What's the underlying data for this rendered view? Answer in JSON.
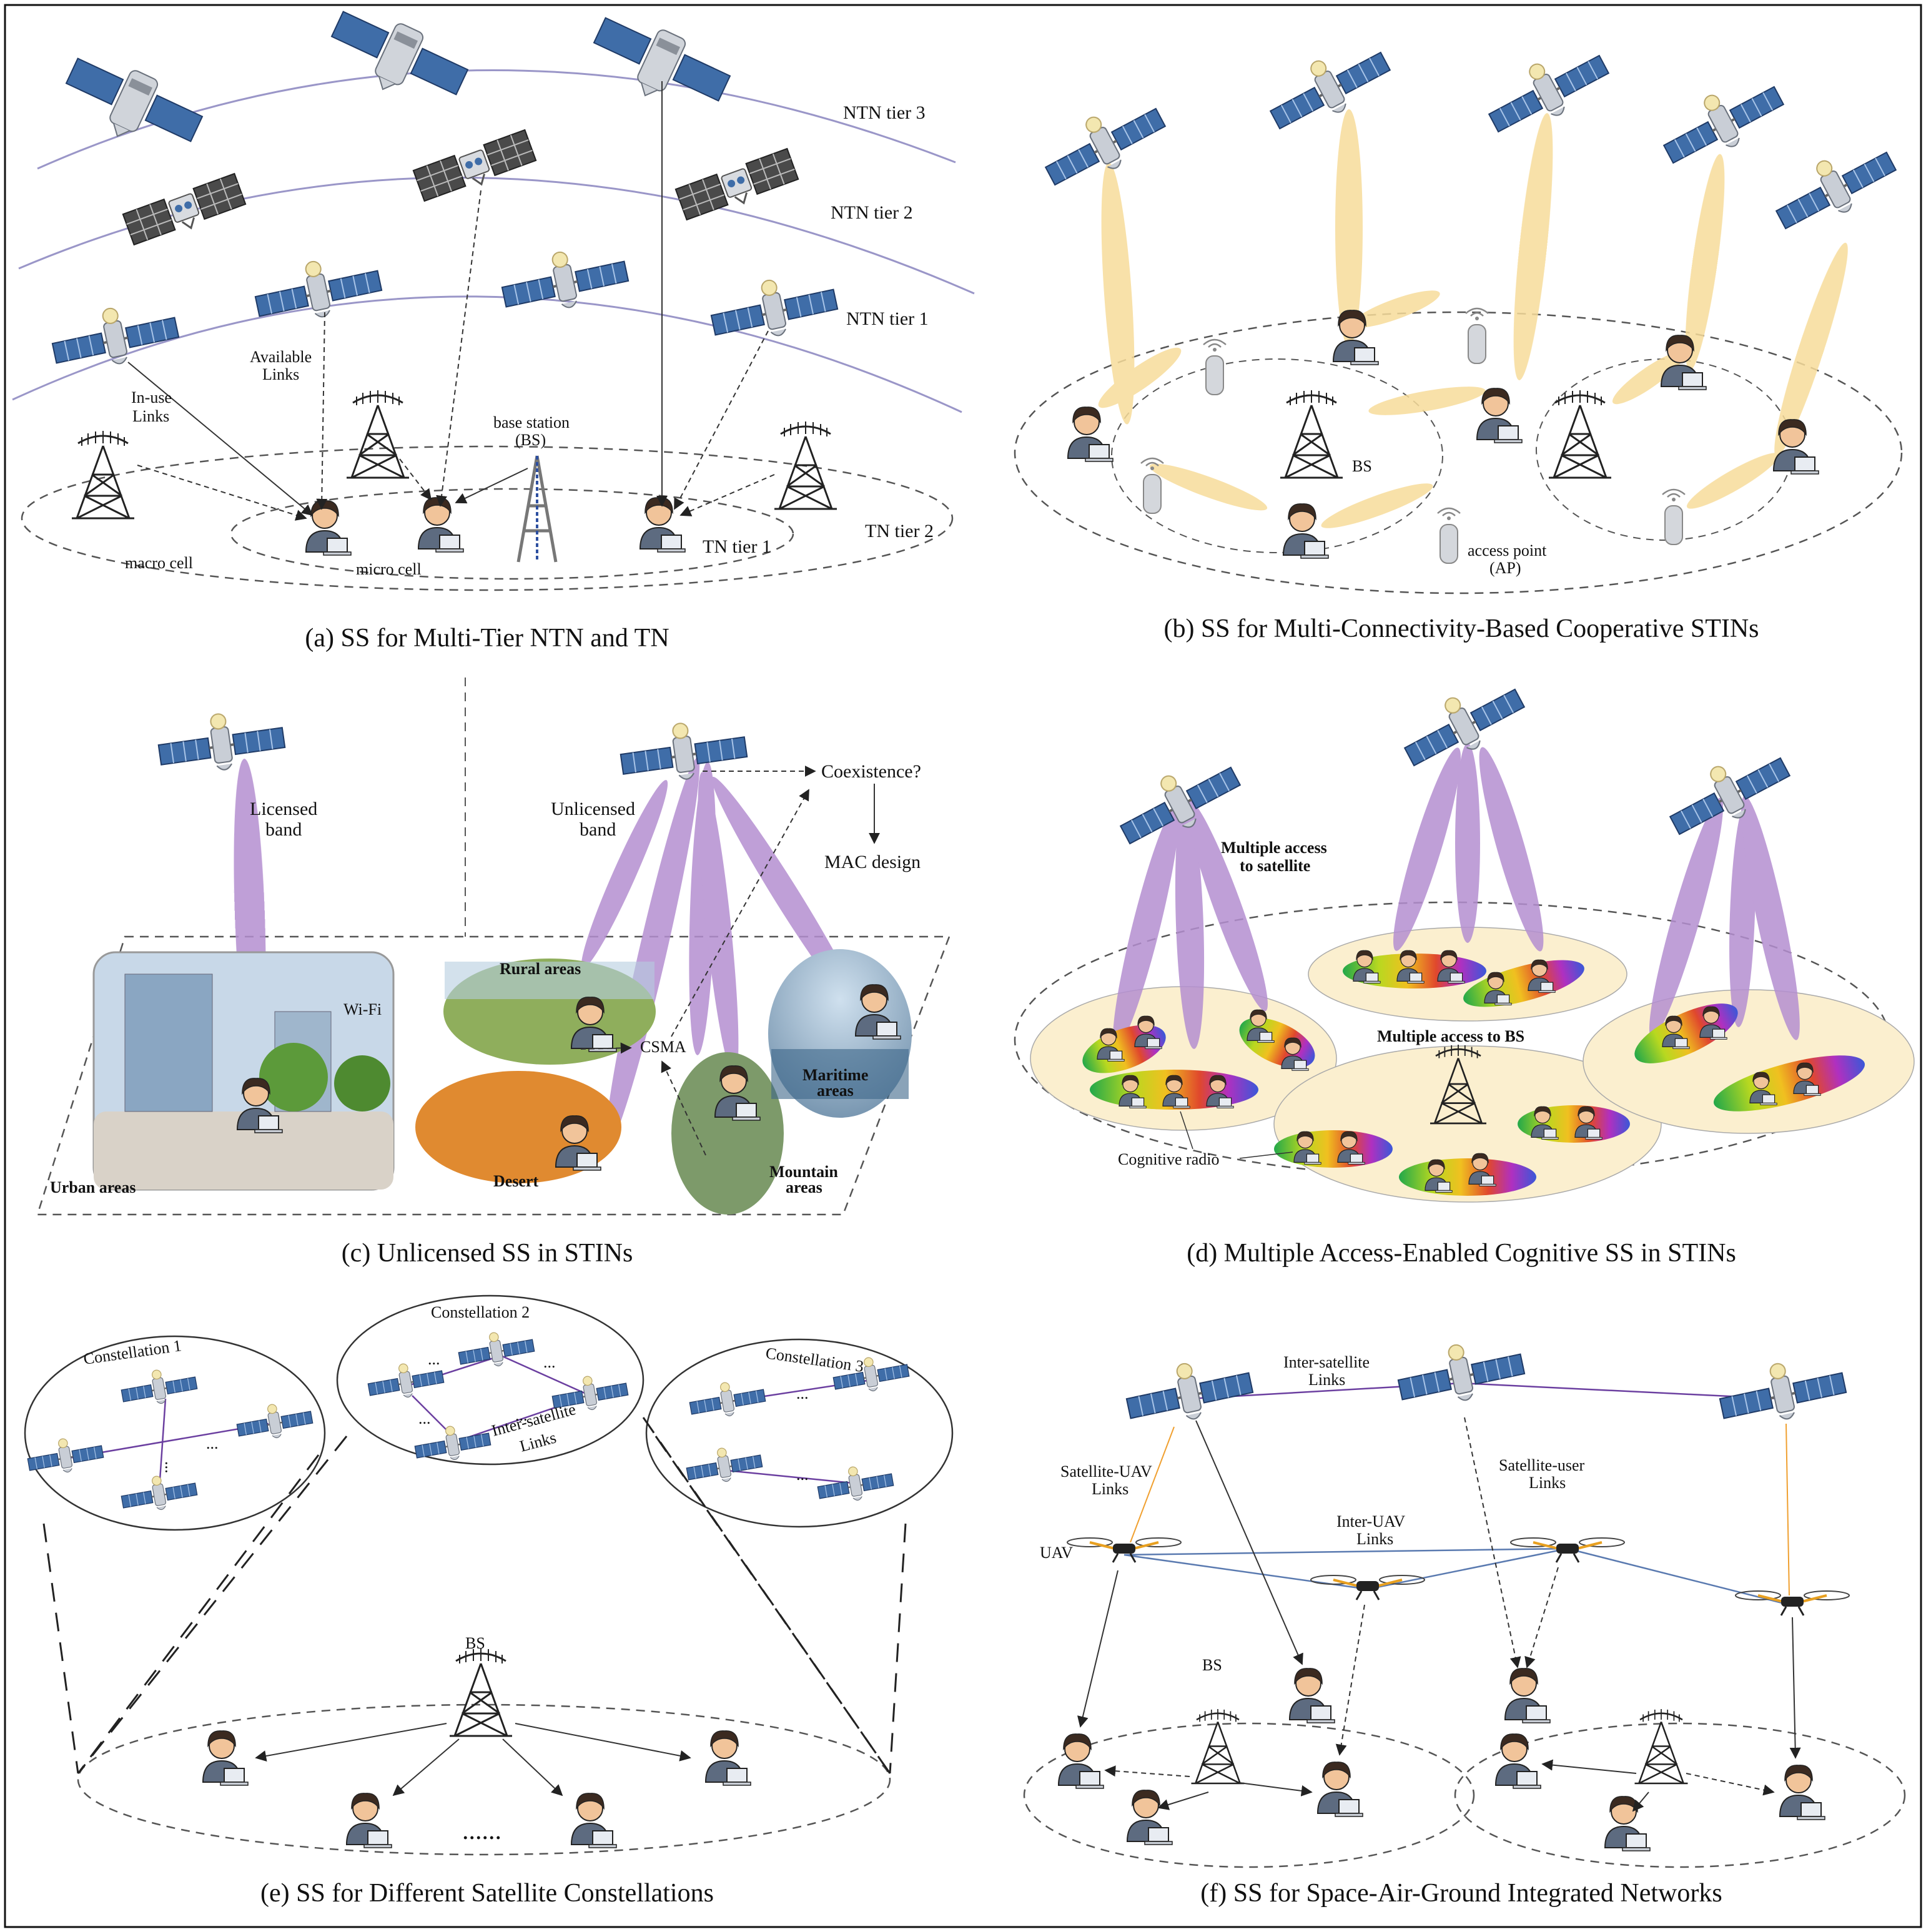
{
  "panels": {
    "a": {
      "caption": "(a) SS for Multi-Tier NTN and TN",
      "ntn_tier3": "NTN tier 3",
      "ntn_tier2": "NTN tier 2",
      "ntn_tier1": "NTN tier 1",
      "in_use_1": "In-use",
      "in_use_2": "Links",
      "available_1": "Available",
      "available_2": "Links",
      "bs_1": "base station",
      "bs_2": "(BS)",
      "macro_cell": "macro cell",
      "micro_cell": "micro cell",
      "tn_tier1": "TN tier 1",
      "tn_tier2": "TN tier 2"
    },
    "b": {
      "caption": "(b) SS for Multi-Connectivity-Based Cooperative STINs",
      "bs": "BS",
      "ap_1": "access point",
      "ap_2": "(AP)"
    },
    "c": {
      "caption": "(c) Unlicensed SS in STINs",
      "licensed_1": "Licensed",
      "licensed_2": "band",
      "unlicensed_1": "Unlicensed",
      "unlicensed_2": "band",
      "coexistence": "Coexistence?",
      "mac_design": "MAC design",
      "rural": "Rural areas",
      "csma": "CSMA",
      "maritime_1": "Maritime",
      "maritime_2": "areas",
      "desert": "Desert",
      "mountain_1": "Mountain",
      "mountain_2": "areas",
      "urban": "Urban areas",
      "wifi": "Wi-Fi"
    },
    "d": {
      "caption": "(d) Multiple Access-Enabled Cognitive SS in STINs",
      "ma_sat_1": "Multiple access",
      "ma_sat_2": "to satellite",
      "ma_bs": "Multiple access to BS",
      "cognitive": "Cognitive radio"
    },
    "e": {
      "caption": "(e) SS for Different Satellite Constellations",
      "const1": "Constellation 1",
      "const2": "Constellation 2",
      "const3": "Constellation 3",
      "isl_1": "Inter-satellite",
      "isl_2": "Links",
      "bs": "BS",
      "dots": "......"
    },
    "f": {
      "caption": "(f) SS for Space-Air-Ground Integrated Networks",
      "isl_1": "Inter-satellite",
      "isl_2": "Links",
      "sat_uav_1": "Satellite-UAV",
      "sat_uav_2": "Links",
      "sat_user_1": "Satellite-user",
      "sat_user_2": "Links",
      "inter_uav_1": "Inter-UAV",
      "inter_uav_2": "Links",
      "uav": "UAV",
      "bs": "BS"
    }
  },
  "colors": {
    "orbit": "#9a96c8",
    "beam_yellow": "#f7dc9a",
    "beam_purple": "#b48ed0",
    "cell_fill": "#fbefcf",
    "link_purple": "#6b3fa0",
    "link_orange": "#f0a030",
    "link_blue": "#5a7ab0"
  }
}
